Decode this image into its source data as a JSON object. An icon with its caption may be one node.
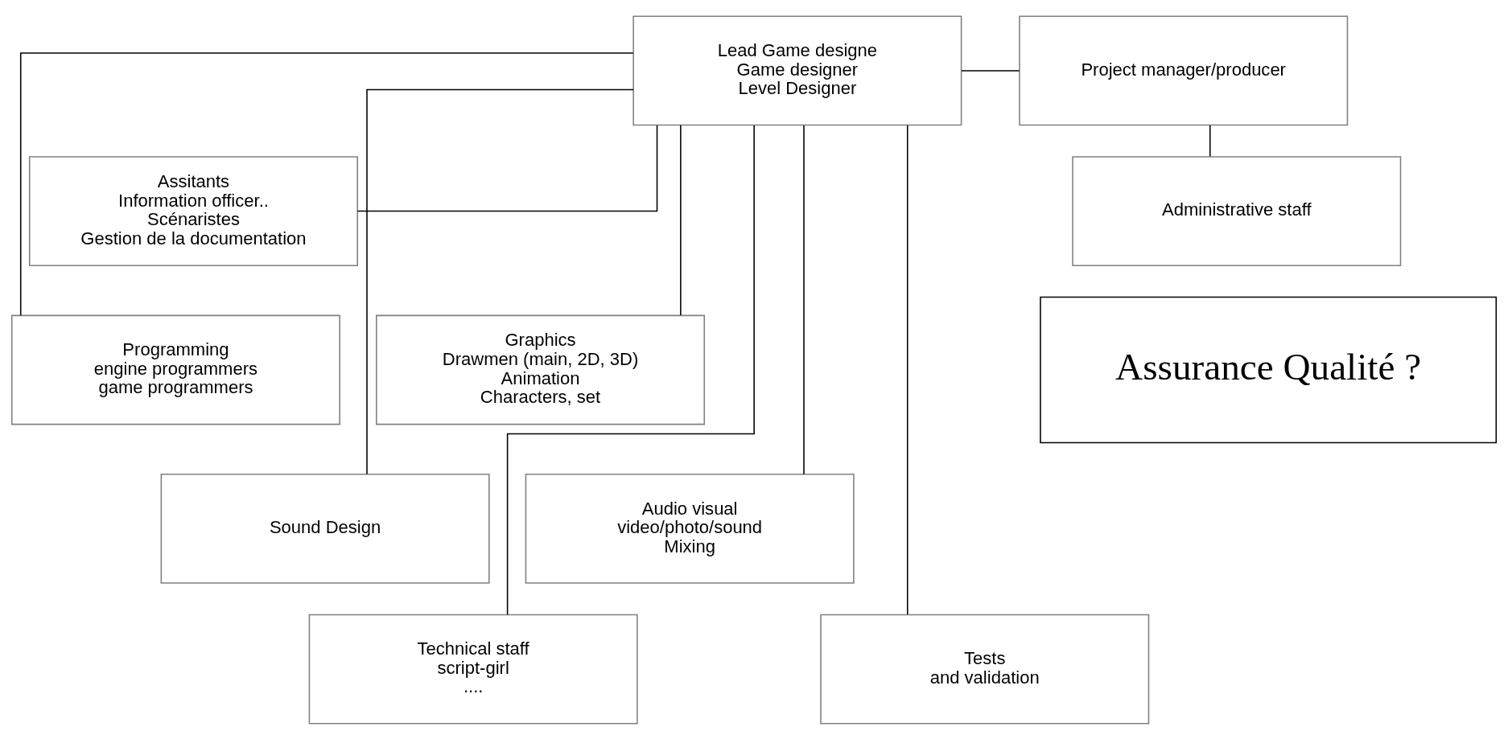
{
  "diagram": {
    "nodes": [
      {
        "text": [
          "Lead Game designe",
          "Game designer",
          "Level Designer"
        ]
      },
      {
        "text": [
          "Project manager/producer"
        ]
      },
      {
        "text": [
          "Administrative staff"
        ]
      },
      {
        "text": [
          "Assitants",
          "Information officer..",
          "Scénaristes",
          "Gestion de la documentation"
        ]
      },
      {
        "text": [
          "Programming",
          "engine programmers",
          "game programmers"
        ]
      },
      {
        "text": [
          "Graphics",
          "Drawmen (main, 2D, 3D)",
          "Animation",
          "Characters, set"
        ]
      },
      {
        "text": [
          "Sound Design"
        ]
      },
      {
        "text": [
          "Audio visual",
          "video/photo/sound",
          "Mixing"
        ]
      },
      {
        "text": [
          "Technical staff",
          "script-girl",
          "...."
        ]
      },
      {
        "text": [
          "Tests",
          "and validation"
        ]
      },
      {
        "text": [
          "Assurance Qualité ?"
        ]
      }
    ],
    "edges": [
      {
        "from": 0,
        "to": 1,
        "arrow": "none"
      },
      {
        "from": 1,
        "to": 2,
        "arrow": "none"
      },
      {
        "from": 0,
        "to": 3,
        "arrow": "none"
      },
      {
        "from": 0,
        "to": 4,
        "arrow": "none"
      },
      {
        "from": 0,
        "to": 5,
        "arrow": "none"
      },
      {
        "from": 0,
        "to": 6,
        "arrow": "none"
      },
      {
        "from": 0,
        "to": 7,
        "arrow": "none"
      },
      {
        "from": 0,
        "to": 8,
        "arrow": "none"
      },
      {
        "from": 0,
        "to": 9,
        "arrow": "none"
      }
    ]
  }
}
